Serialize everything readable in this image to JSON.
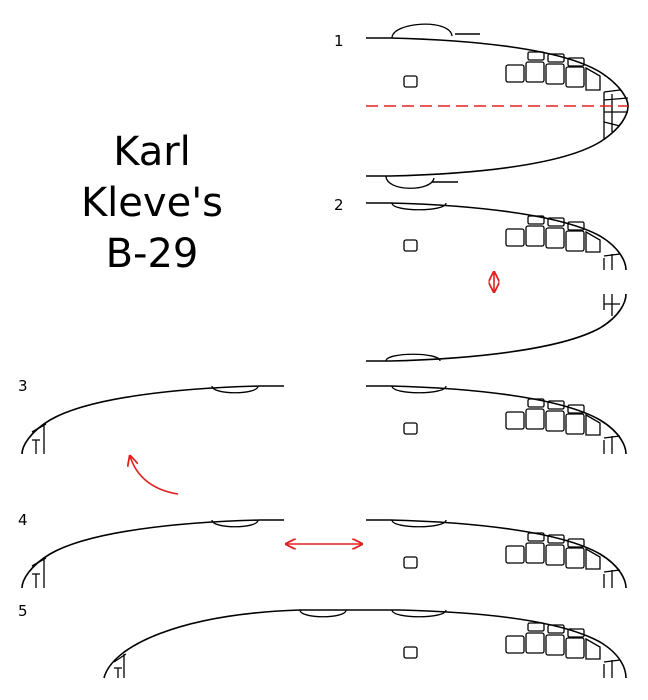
{
  "title": {
    "lines": [
      "Karl",
      "Kleve's",
      "B-29"
    ]
  },
  "steps": [
    {
      "number": "1"
    },
    {
      "number": "2"
    },
    {
      "number": "3"
    },
    {
      "number": "4"
    },
    {
      "number": "5"
    }
  ],
  "colors": {
    "outline": "#000000",
    "annotation": "#e02020",
    "background": "#ffffff"
  }
}
